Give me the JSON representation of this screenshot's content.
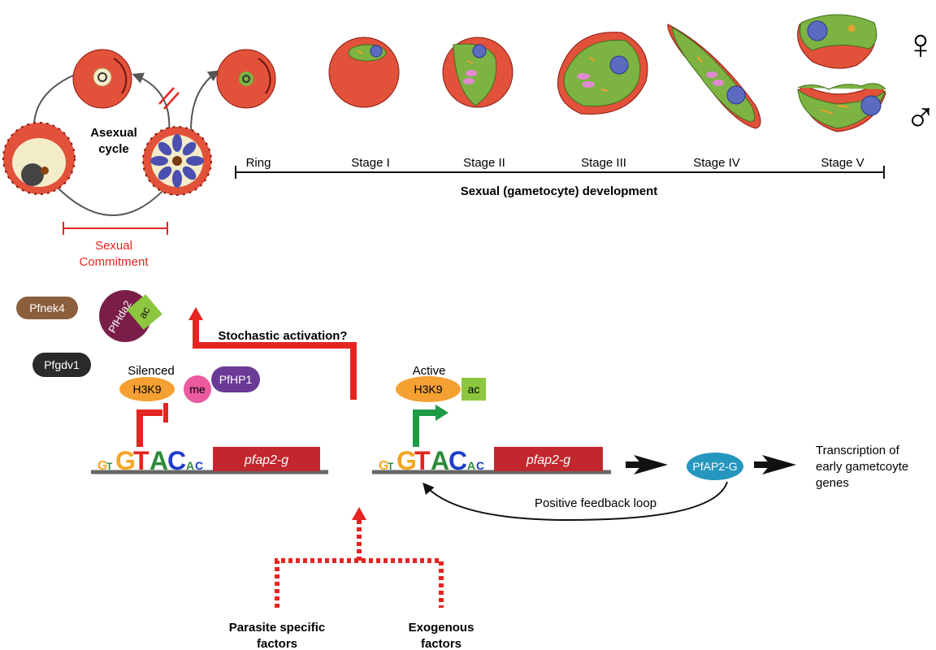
{
  "asexual_cycle": {
    "label_line1": "Asexual",
    "label_line2": "cycle"
  },
  "sexual_commitment": {
    "label_line1": "Sexual",
    "label_line2": "Commitment"
  },
  "stages": [
    "Ring",
    "Stage I",
    "Stage II",
    "Stage III",
    "Stage IV",
    "Stage V"
  ],
  "development_label": "Sexual (gametocyte) development",
  "sex_symbols": {
    "female": "♀",
    "male": "♂"
  },
  "factors": {
    "pfnek4": "Pfnek4",
    "pfgdv1": "Pfgdv1",
    "pfhda2": "PfHda2",
    "ac": "ac"
  },
  "silenced": {
    "label": "Silenced",
    "h3k9": "H3K9",
    "me": "me",
    "pfhp1": "PfHP1"
  },
  "active": {
    "label": "Active",
    "h3k9": "H3K9",
    "ac": "ac"
  },
  "motif": {
    "g1": "G",
    "t1": "T",
    "g2": "G",
    "t2": "T",
    "a1": "A",
    "c1": "C",
    "a2": "A",
    "c2": "C"
  },
  "gene_label": "pfap2-g",
  "stochastic_label": "Stochastic activation?",
  "pfap2g_protein": "PfAP2-G",
  "transcription": {
    "line1": "Transcription of",
    "line2": "early gametcoyte",
    "line3": "genes"
  },
  "feedback_label": "Positive feedback loop",
  "parasite_factors": {
    "line1": "Parasite specific",
    "line2": "factors"
  },
  "exogenous_factors": {
    "line1": "Exogenous",
    "line2": "factors"
  },
  "colors": {
    "rbc": "#e2513a",
    "parasite_green": "#7cb342",
    "nucleus": "#5c6bc0",
    "red_arrow": "#e52520",
    "green_arrow": "#1e9b45",
    "h3k9": "#f5a033",
    "me": "#ec5aa0",
    "pfhp1": "#6a3a96",
    "ac": "#8dc63f",
    "pfhda2": "#7a1e49",
    "pfnek4": "#8b5e3c",
    "pfgdv1": "#2a2a2a",
    "gene": "#c1272d",
    "pfap2g": "#2596be"
  }
}
